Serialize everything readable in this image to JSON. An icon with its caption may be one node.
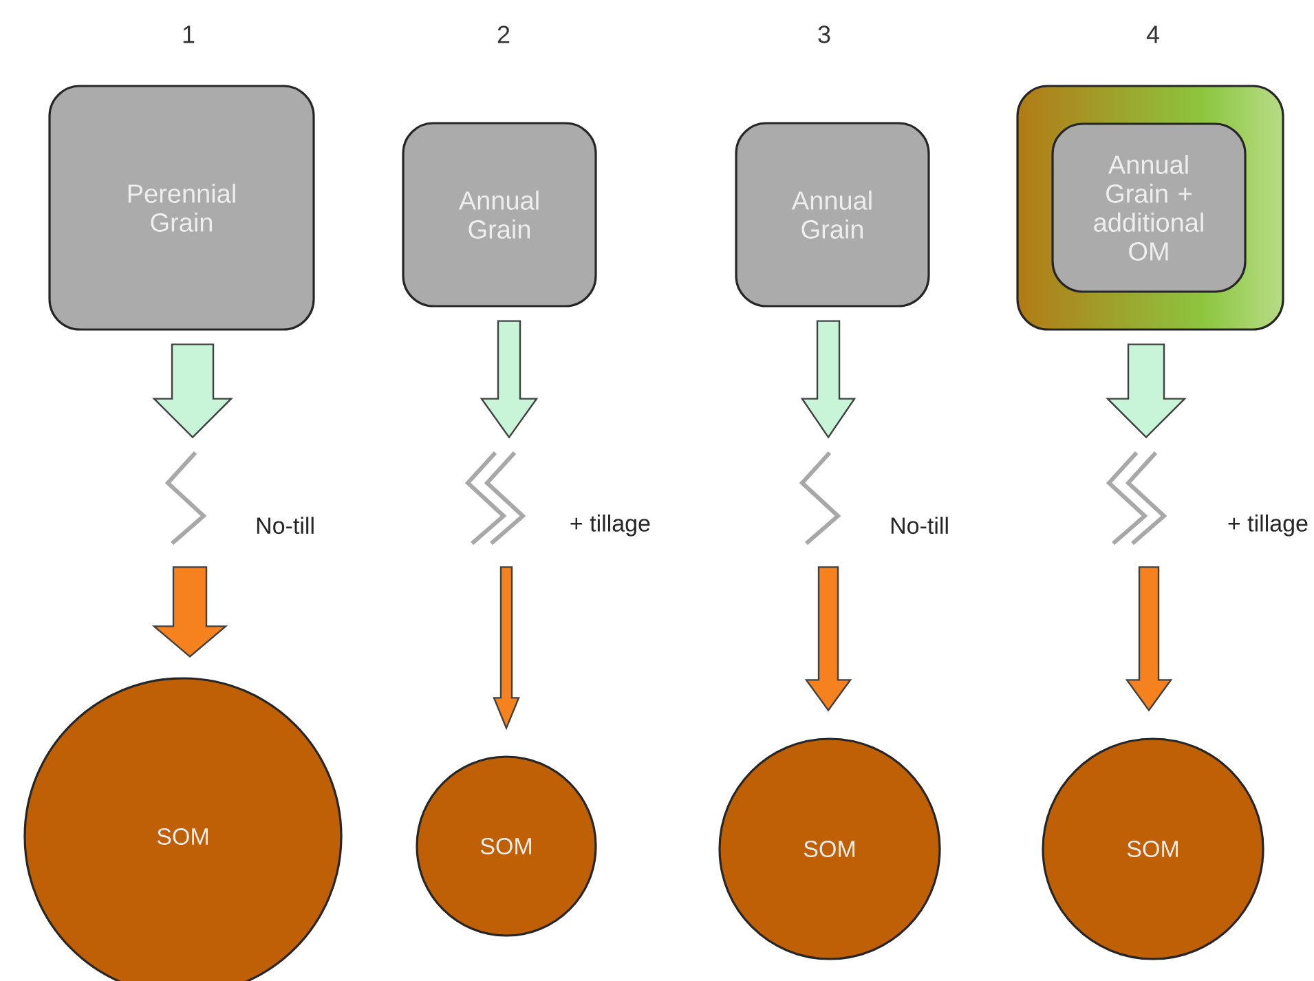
{
  "diagram": {
    "nodes": [
      {
        "text": [
          "Perennial Grain"
        ]
      },
      {
        "text": [
          "Annual Grain"
        ]
      },
      {
        "text": [
          "Annual Grain"
        ]
      },
      {
        "text": [],
        "shape": "box"
      },
      {
        "text": [
          "Annual Grain + additional OM"
        ],
        "in": 3
      },
      {
        "text": [
          "No-till"
        ]
      },
      {
        "text": [
          "+ tillage"
        ]
      },
      {
        "text": [
          "No-till"
        ]
      },
      {
        "text": [
          "+ tillage"
        ]
      },
      {
        "text": [
          "SOM"
        ]
      },
      {
        "text": [
          "SOM"
        ]
      },
      {
        "text": [
          "SOM"
        ]
      },
      {
        "text": [
          "SOM"
        ]
      }
    ],
    "edges": [
      {
        "from": 0,
        "to": 5,
        "arrow": "to",
        "color": "#c8f5d8"
      },
      {
        "from": 1,
        "to": 6,
        "arrow": "to",
        "color": "#c8f5d8"
      },
      {
        "from": 2,
        "to": 7,
        "arrow": "to",
        "color": "#c8f5d8"
      },
      {
        "from": 3,
        "to": 8,
        "arrow": "to",
        "color": "#c8f5d8"
      },
      {
        "from": 5,
        "to": 9,
        "arrow": "to",
        "color": "#f5821f"
      },
      {
        "from": 6,
        "to": 10,
        "arrow": "to",
        "color": "#f5821f"
      },
      {
        "from": 7,
        "to": 11,
        "arrow": "to",
        "color": "#f5821f"
      },
      {
        "from": 8,
        "to": 12,
        "arrow": "to",
        "color": "#f5821f"
      }
    ],
    "labels": [
      "1",
      "2",
      "3",
      "4"
    ]
  }
}
